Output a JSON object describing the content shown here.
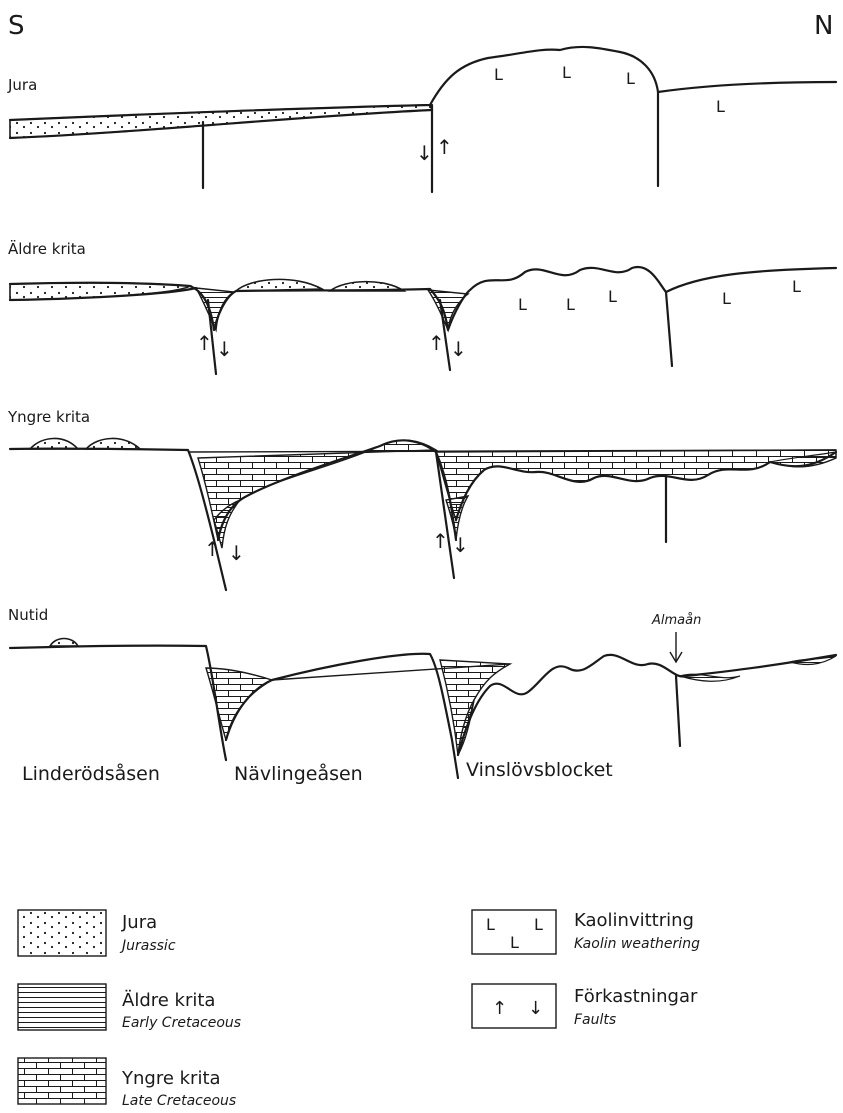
{
  "compass": {
    "south": "S",
    "north": "N"
  },
  "stages": {
    "jura": "Jura",
    "aldre_krita": "Äldre krita",
    "yngre_krita": "Yngre krita",
    "nutid": "Nutid"
  },
  "features": {
    "almaan": "Almaån",
    "linderodsasen": "Linderödsåsen",
    "navlingeasen": "Nävlingeåsen",
    "vinslovsblocket": "Vinslövsblocket"
  },
  "symbols": {
    "kaolin_mark": "L",
    "arrow_up": "↑",
    "arrow_down": "↓"
  },
  "legend": {
    "jura": {
      "title": "Jura",
      "subtitle": "Jurassic"
    },
    "aldre_krita": {
      "title": "Äldre krita",
      "subtitle": "Early Cretaceous"
    },
    "yngre_krita": {
      "title": "Yngre krita",
      "subtitle": "Late Cretaceous"
    },
    "kaolin": {
      "title": "Kaolinvittring",
      "subtitle": "Kaolin weathering"
    },
    "faults": {
      "title": "Förkastningar",
      "subtitle": "Faults"
    }
  }
}
